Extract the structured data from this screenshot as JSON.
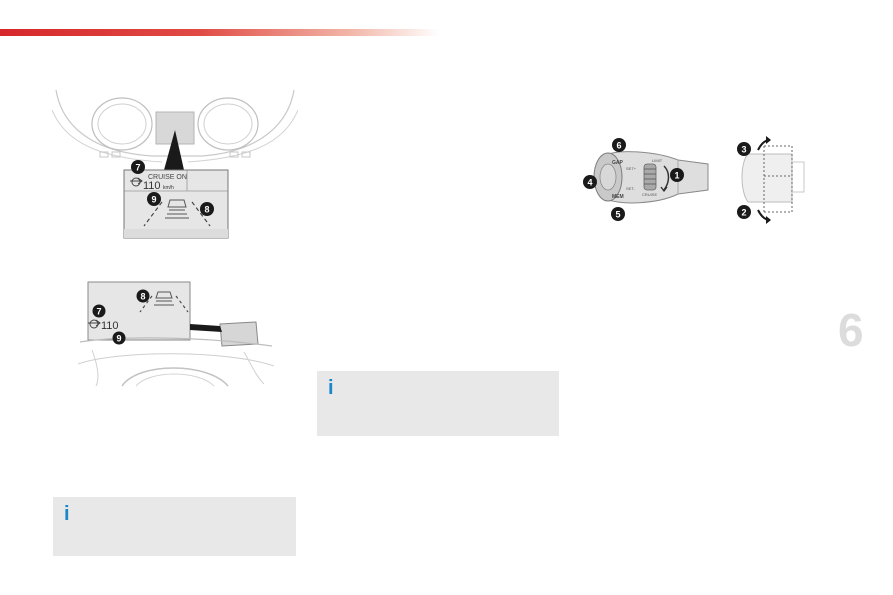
{
  "figure_dashboard": {
    "display_text": "CRUISE ON",
    "speed_value": "110",
    "speed_unit": "km/h",
    "callouts": [
      "7",
      "8",
      "9"
    ]
  },
  "figure_headup": {
    "speed_value": "110",
    "callouts": [
      "7",
      "8",
      "9"
    ]
  },
  "figure_stalk": {
    "button_gap": "GAP",
    "button_mem": "MEM",
    "label_set_plus": "SET+",
    "label_set_minus": "SET-",
    "label_cruise": "CRUISE",
    "label_limit": "LIMIT",
    "callouts": [
      "1",
      "2",
      "3",
      "4",
      "5",
      "6"
    ]
  },
  "info_boxes": [
    {
      "icon": "i"
    },
    {
      "icon": "i"
    }
  ],
  "chapter_number": "6",
  "colors": {
    "header_red": "#d6282c",
    "info_box_bg": "#e8e8e8",
    "info_icon_blue": "#1b86c9",
    "chapter_gray": "#dcdcdc"
  }
}
